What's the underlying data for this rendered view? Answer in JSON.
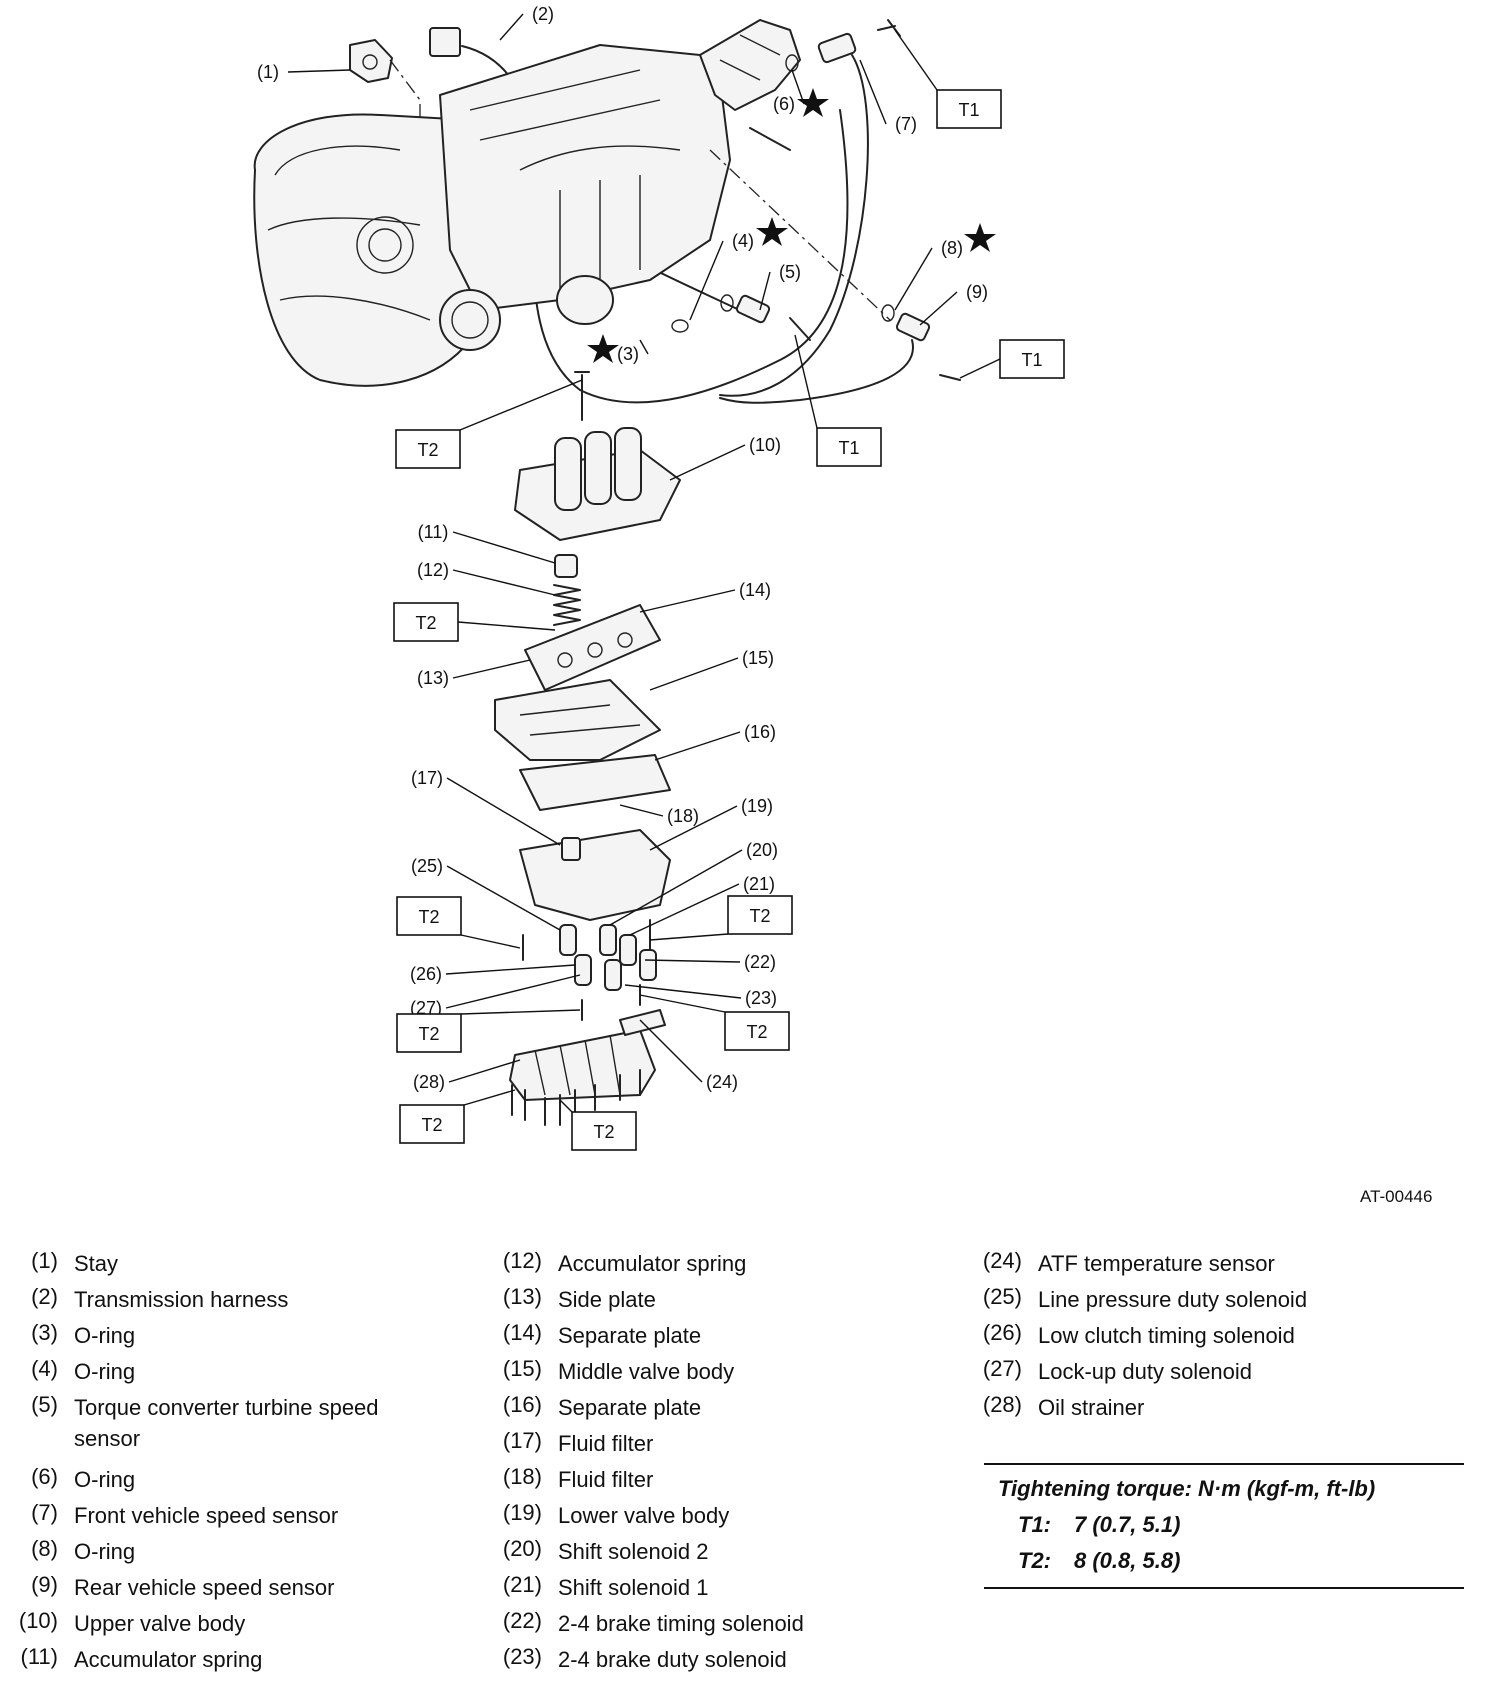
{
  "diagram": {
    "callouts": [
      "(1)",
      "(2)",
      "(3)",
      "(4)",
      "(5)",
      "(6)",
      "(7)",
      "(8)",
      "(9)",
      "(10)",
      "(11)",
      "(12)",
      "(13)",
      "(14)",
      "(15)",
      "(16)",
      "(17)",
      "(18)",
      "(19)",
      "(20)",
      "(21)",
      "(22)",
      "(23)",
      "(24)",
      "(25)",
      "(26)",
      "(27)",
      "(28)"
    ],
    "torque_tags": [
      "T1",
      "T2"
    ],
    "drawing_code": "AT-00446"
  },
  "legend": {
    "col1": [
      {
        "num": "(1)",
        "text": "Stay"
      },
      {
        "num": "(2)",
        "text": "Transmission harness"
      },
      {
        "num": "(3)",
        "text": "O-ring"
      },
      {
        "num": "(4)",
        "text": "O-ring"
      },
      {
        "num": "(5)",
        "text": "Torque converter turbine speed sensor"
      },
      {
        "num": "(6)",
        "text": "O-ring"
      },
      {
        "num": "(7)",
        "text": "Front vehicle speed sensor"
      },
      {
        "num": "(8)",
        "text": "O-ring"
      },
      {
        "num": "(9)",
        "text": "Rear vehicle speed sensor"
      },
      {
        "num": "(10)",
        "text": "Upper valve body"
      },
      {
        "num": "(11)",
        "text": "Accumulator spring"
      }
    ],
    "col2": [
      {
        "num": "(12)",
        "text": "Accumulator spring"
      },
      {
        "num": "(13)",
        "text": "Side plate"
      },
      {
        "num": "(14)",
        "text": "Separate plate"
      },
      {
        "num": "(15)",
        "text": "Middle valve body"
      },
      {
        "num": "(16)",
        "text": "Separate plate"
      },
      {
        "num": "(17)",
        "text": "Fluid filter"
      },
      {
        "num": "(18)",
        "text": "Fluid filter"
      },
      {
        "num": "(19)",
        "text": "Lower valve body"
      },
      {
        "num": "(20)",
        "text": "Shift solenoid 2"
      },
      {
        "num": "(21)",
        "text": "Shift solenoid 1"
      },
      {
        "num": "(22)",
        "text": "2-4 brake timing solenoid"
      },
      {
        "num": "(23)",
        "text": "2-4 brake duty solenoid"
      }
    ],
    "col3": [
      {
        "num": "(24)",
        "text": "ATF temperature sensor"
      },
      {
        "num": "(25)",
        "text": "Line pressure duty solenoid"
      },
      {
        "num": "(26)",
        "text": "Low clutch timing solenoid"
      },
      {
        "num": "(27)",
        "text": "Lock-up duty solenoid"
      },
      {
        "num": "(28)",
        "text": "Oil strainer"
      }
    ]
  },
  "torque": {
    "heading": "Tightening torque: N·m (kgf-m, ft-lb)",
    "rows": [
      {
        "key": "T1:",
        "value": "7 (0.7, 5.1)"
      },
      {
        "key": "T2:",
        "value": "8 (0.8, 5.8)"
      }
    ]
  }
}
